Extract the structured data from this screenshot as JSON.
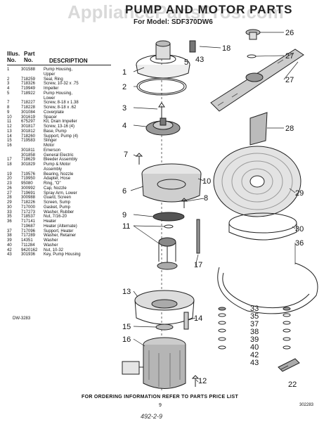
{
  "header": {
    "watermark": "AppliancePartsPros.com",
    "title": "PUMP AND MOTOR PARTS",
    "model_line": "For Model: SDF370DW6"
  },
  "columns": {
    "illus_no": "Illus. No.",
    "part_no": "Part No.",
    "description": "DESCRIPTION"
  },
  "parts": [
    {
      "illus": "1",
      "part": "301588",
      "desc": "Pump Housing,"
    },
    {
      "illus": "",
      "part": "",
      "desc": "Upper"
    },
    {
      "illus": "2",
      "part": "718259",
      "desc": "Seal, Ring"
    },
    {
      "illus": "3",
      "part": "718326",
      "desc": "Screw, 10-32 x .75"
    },
    {
      "illus": "4",
      "part": "719949",
      "desc": "Impeller"
    },
    {
      "illus": "5",
      "part": "718922",
      "desc": "Pump Housing,"
    },
    {
      "illus": "",
      "part": "",
      "desc": "Lower"
    },
    {
      "illus": "7",
      "part": "718227",
      "desc": "Screw, 8-18 x 1.38"
    },
    {
      "illus": "8",
      "part": "718228",
      "desc": "Screw, 8-18 x .62"
    },
    {
      "illus": "9",
      "part": "301084",
      "desc": "Coverplate"
    },
    {
      "illus": "10",
      "part": "301619",
      "desc": "Spacer"
    },
    {
      "illus": "11",
      "part": "675297",
      "desc": "Kit, Drain Impeller"
    },
    {
      "illus": "12",
      "part": "301817",
      "desc": "Screw, 13-16 (4)"
    },
    {
      "illus": "13",
      "part": "301812",
      "desc": "Base, Pump"
    },
    {
      "illus": "14",
      "part": "718260",
      "desc": "Support, Pump (4)"
    },
    {
      "illus": "15",
      "part": "719583",
      "desc": "Slinger"
    },
    {
      "illus": "16",
      "part": "",
      "desc": "Motor"
    },
    {
      "illus": "",
      "part": "301811",
      "desc": "Emerson"
    },
    {
      "illus": "",
      "part": "301858",
      "desc": "General Electric"
    },
    {
      "illus": "17",
      "part": "718629",
      "desc": "Bleeder Assembly"
    },
    {
      "illus": "18",
      "part": "301829",
      "desc": "Pump & Motor"
    },
    {
      "illus": "",
      "part": "",
      "desc": "Assembly"
    },
    {
      "illus": "19",
      "part": "719576",
      "desc": "Bearing, Nozzle"
    },
    {
      "illus": "20",
      "part": "719950",
      "desc": "Adapter, Hose"
    },
    {
      "illus": "23",
      "part": "95080",
      "desc": "Ring, \"O\""
    },
    {
      "illus": "26",
      "part": "300992",
      "desc": "Cap, Nozzle"
    },
    {
      "illus": "27",
      "part": "719691",
      "desc": "Spray Arm, Lower"
    },
    {
      "illus": "28",
      "part": "300988",
      "desc": "Guard, Screen"
    },
    {
      "illus": "29",
      "part": "718226",
      "desc": "Screen, Sump"
    },
    {
      "illus": "30",
      "part": "717000",
      "desc": "Gasket, Pump"
    },
    {
      "illus": "33",
      "part": "717273",
      "desc": "Washer, Rubber"
    },
    {
      "illus": "35",
      "part": "718537",
      "desc": "Nut, 7/16-20"
    },
    {
      "illus": "36",
      "part": "717141",
      "desc": "Heater"
    },
    {
      "illus": "",
      "part": "719687",
      "desc": "Heater (Alternate)"
    },
    {
      "illus": "37",
      "part": "717096",
      "desc": "Support, Heater"
    },
    {
      "illus": "38",
      "part": "717289",
      "desc": "Washer, Retainer"
    },
    {
      "illus": "39",
      "part": "14351",
      "desc": "Washer"
    },
    {
      "illus": "40",
      "part": "711284",
      "desc": "Washer"
    },
    {
      "illus": "42",
      "part": "9420162",
      "desc": "Nut, 10-32"
    },
    {
      "illus": "43",
      "part": "301936",
      "desc": "Key, Pump Housing"
    }
  ],
  "callouts": [
    "1",
    "2",
    "3",
    "4",
    "5",
    "6",
    "7",
    "8",
    "9",
    "10",
    "11",
    "12",
    "13",
    "14",
    "15",
    "16",
    "17",
    "18",
    "22",
    "26",
    "27",
    "28",
    "29",
    "30",
    "33",
    "35",
    "36",
    "37",
    "38",
    "39",
    "40",
    "42",
    "43"
  ],
  "drawing_code": "DW-3283",
  "footer": "FOR ORDERING INFORMATION REFER TO PARTS PRICE LIST",
  "page_number": "9",
  "doc_number": "302283",
  "handwritten": "492-2-9"
}
